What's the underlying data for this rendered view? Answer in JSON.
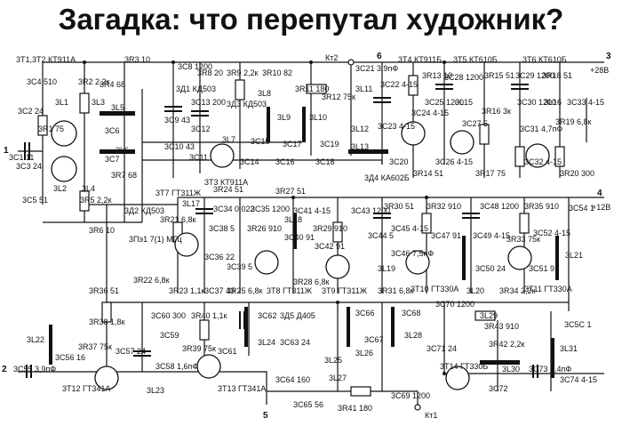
{
  "title": "Загадка: что перепутал художник?",
  "nodes": {
    "n3": "3",
    "n6": "6",
    "n4": "4",
    "n1": "1",
    "n2": "2",
    "n5": "5",
    "plus28": "+28В",
    "plus12": "+12В",
    "kt2": "Кт2",
    "kt1": "Кт1"
  },
  "components": [
    {
      "id": "vt1vt2",
      "label": "3Т1,3Т2 КТ911А"
    },
    {
      "id": "r3",
      "label": "3R3 10"
    },
    {
      "id": "c8",
      "label": "3С8 1200"
    },
    {
      "id": "d1",
      "label": "3Д1 КД503"
    },
    {
      "id": "r8",
      "label": "3R8 20"
    },
    {
      "id": "r9",
      "label": "3R9 2,2к"
    },
    {
      "id": "r10",
      "label": "3R10 82"
    },
    {
      "id": "r11",
      "label": "3R11 180"
    },
    {
      "id": "c21",
      "label": "3С21 3,9пФ"
    },
    {
      "id": "t4",
      "label": "3Т4 КТ911Б"
    },
    {
      "id": "t5",
      "label": "3Т5 КТ610Б"
    },
    {
      "id": "t6",
      "label": "3Т6 КТ610Б"
    },
    {
      "id": "c4",
      "label": "3С4 510"
    },
    {
      "id": "r2",
      "label": "3R2 2,2к"
    },
    {
      "id": "r4",
      "label": "3R4 68"
    },
    {
      "id": "c2",
      "label": "3С2 24"
    },
    {
      "id": "l1",
      "label": "3L1"
    },
    {
      "id": "l3",
      "label": "3L3"
    },
    {
      "id": "l5",
      "label": "3L5"
    },
    {
      "id": "c9",
      "label": "3С9 43"
    },
    {
      "id": "c13",
      "label": "3С13 200"
    },
    {
      "id": "d3",
      "label": "3Д3 КД503"
    },
    {
      "id": "l8",
      "label": "3L8"
    },
    {
      "id": "l9",
      "label": "3L9"
    },
    {
      "id": "l10",
      "label": "3L10"
    },
    {
      "id": "r12",
      "label": "3R12 75к"
    },
    {
      "id": "l11",
      "label": "3L11"
    },
    {
      "id": "c22",
      "label": "3С22 4-15"
    },
    {
      "id": "r13",
      "label": "3R13 10"
    },
    {
      "id": "c28",
      "label": "3С28 1200"
    },
    {
      "id": "r15",
      "label": "3R15 51"
    },
    {
      "id": "c29",
      "label": "3С29 1200"
    },
    {
      "id": "r18",
      "label": "3R18 51"
    },
    {
      "id": "c25",
      "label": "3С25 1200"
    },
    {
      "id": "l15",
      "label": "3L15"
    },
    {
      "id": "r16",
      "label": "3R16 3к"
    },
    {
      "id": "c30",
      "label": "3С30 1200"
    },
    {
      "id": "l16",
      "label": "3L16"
    },
    {
      "id": "c33",
      "label": "3С33 4-15"
    },
    {
      "id": "r1",
      "label": "3R1 75"
    },
    {
      "id": "c6",
      "label": "3С6"
    },
    {
      "id": "c10",
      "label": "3С10 43"
    },
    {
      "id": "c12",
      "label": "3С12"
    },
    {
      "id": "l7",
      "label": "3L7"
    },
    {
      "id": "c15",
      "label": "3С15"
    },
    {
      "id": "l12",
      "label": "3L12"
    },
    {
      "id": "c23",
      "label": "3С23 4-15"
    },
    {
      "id": "c24",
      "label": "3С24 4-15"
    },
    {
      "id": "r19",
      "label": "3R19 6,8к"
    },
    {
      "id": "c27",
      "label": "3С27 5"
    },
    {
      "id": "c31",
      "label": "3С31 4,7пФ"
    },
    {
      "id": "c7",
      "label": "3С7"
    },
    {
      "id": "c11",
      "label": "3С11"
    },
    {
      "id": "c14",
      "label": "3С14"
    },
    {
      "id": "c16",
      "label": "3С16"
    },
    {
      "id": "c17",
      "label": "3С17"
    },
    {
      "id": "c18",
      "label": "3С18"
    },
    {
      "id": "c19",
      "label": "3С19"
    },
    {
      "id": "l13",
      "label": "3L13"
    },
    {
      "id": "c20",
      "label": "3С20"
    },
    {
      "id": "c26",
      "label": "3С26 4-15"
    },
    {
      "id": "c32",
      "label": "3С32 4-15"
    },
    {
      "id": "c1",
      "label": "3С1 11"
    },
    {
      "id": "c3",
      "label": "3С3 24"
    },
    {
      "id": "t3",
      "label": "3Т3 КТ911А"
    },
    {
      "id": "d4",
      "label": "3Д4 КА602Б"
    },
    {
      "id": "r14",
      "label": "3R14 51"
    },
    {
      "id": "r17",
      "label": "3R17 75"
    },
    {
      "id": "r20",
      "label": "3R20 300"
    },
    {
      "id": "l2",
      "label": "3L2"
    },
    {
      "id": "l4",
      "label": "3L4"
    },
    {
      "id": "r7",
      "label": "3R7 68"
    },
    {
      "id": "l6",
      "label": "3L6"
    },
    {
      "id": "r5",
      "label": "3R5 2,2к"
    },
    {
      "id": "c5",
      "label": "3С5 51"
    },
    {
      "id": "d2",
      "label": "3Д2 КД503"
    },
    {
      "id": "r6",
      "label": "3R6 10"
    },
    {
      "id": "t7",
      "label": "3Т7 ГТ311Ж"
    },
    {
      "id": "r24",
      "label": "3R24 51"
    },
    {
      "id": "r27",
      "label": "3R27 51"
    },
    {
      "id": "c34",
      "label": "3С34 0,022"
    },
    {
      "id": "c35",
      "label": "3С35 1200"
    },
    {
      "id": "c41",
      "label": "3С41 4-15"
    },
    {
      "id": "c43",
      "label": "3С43 1200"
    },
    {
      "id": "r30",
      "label": "3R30 51"
    },
    {
      "id": "r32",
      "label": "3R32 910"
    },
    {
      "id": "c48",
      "label": "3С48 1200"
    },
    {
      "id": "r35",
      "label": "3R35 910"
    },
    {
      "id": "c54",
      "label": "3С54 1"
    },
    {
      "id": "l17",
      "label": "3L17"
    },
    {
      "id": "r21",
      "label": "3R21 6,8к"
    },
    {
      "id": "c38",
      "label": "3С38 5"
    },
    {
      "id": "r26",
      "label": "3R26 910"
    },
    {
      "id": "l18",
      "label": "3L18"
    },
    {
      "id": "c40",
      "label": "3С40 91"
    },
    {
      "id": "r29",
      "label": "3R29 910"
    },
    {
      "id": "c42",
      "label": "3С42 91"
    },
    {
      "id": "c44",
      "label": "3С44 5"
    },
    {
      "id": "c45",
      "label": "3С45 4-15"
    },
    {
      "id": "c46",
      "label": "3С46 7,5пФ"
    },
    {
      "id": "c47",
      "label": "3С47 91"
    },
    {
      "id": "c49",
      "label": "3С49 4-15"
    },
    {
      "id": "r33",
      "label": "3R33 75к"
    },
    {
      "id": "c52",
      "label": "3С52 4-15"
    },
    {
      "id": "l21",
      "label": "3L21"
    },
    {
      "id": "q1",
      "label": "3Пэ1 7(1) МГц"
    },
    {
      "id": "c36",
      "label": "3С36 22"
    },
    {
      "id": "c39",
      "label": "3С39 5"
    },
    {
      "id": "t8",
      "label": "3Т8 ГТ311Ж"
    },
    {
      "id": "c37",
      "label": "3С37 43"
    },
    {
      "id": "r22",
      "label": "3R22 6,8к"
    },
    {
      "id": "r23",
      "label": "3R23 1,1к"
    },
    {
      "id": "r25",
      "label": "3R25 6,8к"
    },
    {
      "id": "r28",
      "label": "3R28 6,8к"
    },
    {
      "id": "t9",
      "label": "3Т9 ГТ311Ж"
    },
    {
      "id": "l19",
      "label": "3L19"
    },
    {
      "id": "r31",
      "label": "3R31 6,8к"
    },
    {
      "id": "t10",
      "label": "3Т10 ГТ330А"
    },
    {
      "id": "c50",
      "label": "3С50 24"
    },
    {
      "id": "l20",
      "label": "3L20"
    },
    {
      "id": "c51",
      "label": "3С51 91"
    },
    {
      "id": "r34",
      "label": "3R34 2,2к"
    },
    {
      "id": "t11",
      "label": "3Т11 ГТ330А"
    },
    {
      "id": "r36",
      "label": "3R36 51"
    },
    {
      "id": "c60",
      "label": "3С60 300"
    },
    {
      "id": "r40",
      "label": "3R40 1,1к"
    },
    {
      "id": "c62",
      "label": "3С62"
    },
    {
      "id": "d5",
      "label": "3Д5 Д405"
    },
    {
      "id": "c66",
      "label": "3С66"
    },
    {
      "id": "c68",
      "label": "3С68"
    },
    {
      "id": "c70",
      "label": "3С70 1200"
    },
    {
      "id": "r43",
      "label": "3R43 910"
    },
    {
      "id": "c5c",
      "label": "3С5С 1"
    },
    {
      "id": "r38",
      "label": "3R38 1,8к"
    },
    {
      "id": "c59",
      "label": "3С59"
    },
    {
      "id": "c61",
      "label": "3С61"
    },
    {
      "id": "r39",
      "label": "3R39 75к"
    },
    {
      "id": "l24",
      "label": "3L24"
    },
    {
      "id": "c63",
      "label": "3С63 24"
    },
    {
      "id": "c67",
      "label": "3С67"
    },
    {
      "id": "l28",
      "label": "3L28"
    },
    {
      "id": "l29",
      "label": "3L29"
    },
    {
      "id": "c71",
      "label": "3С71 24"
    },
    {
      "id": "r42",
      "label": "3R42 2,2к"
    },
    {
      "id": "l22",
      "label": "3L22"
    },
    {
      "id": "r37",
      "label": "3R37 75к"
    },
    {
      "id": "c57",
      "label": "3С57 24"
    },
    {
      "id": "l25",
      "label": "3L25"
    },
    {
      "id": "l26",
      "label": "3L26"
    },
    {
      "id": "l31",
      "label": "3L31"
    },
    {
      "id": "c55",
      "label": "3С55 3,9пФ"
    },
    {
      "id": "c56",
      "label": "3С56 16"
    },
    {
      "id": "c58",
      "label": "3С58 1,6пФ"
    },
    {
      "id": "c72",
      "label": "3С72"
    },
    {
      "id": "l30",
      "label": "3L30"
    },
    {
      "id": "c73",
      "label": "3С73 2,4пФ"
    },
    {
      "id": "c74",
      "label": "3С74 4-15"
    },
    {
      "id": "t12",
      "label": "3Т12 ГТ341А"
    },
    {
      "id": "l23",
      "label": "3L23"
    },
    {
      "id": "t13",
      "label": "3Т13 ГТ341А"
    },
    {
      "id": "t14",
      "label": "3Т14 ГТ330Б"
    },
    {
      "id": "c64",
      "label": "3С64 160"
    },
    {
      "id": "l27",
      "label": "3L27"
    },
    {
      "id": "c65",
      "label": "3С65 56"
    },
    {
      "id": "r41",
      "label": "3R41 180"
    },
    {
      "id": "c69",
      "label": "3С69 1200"
    }
  ]
}
